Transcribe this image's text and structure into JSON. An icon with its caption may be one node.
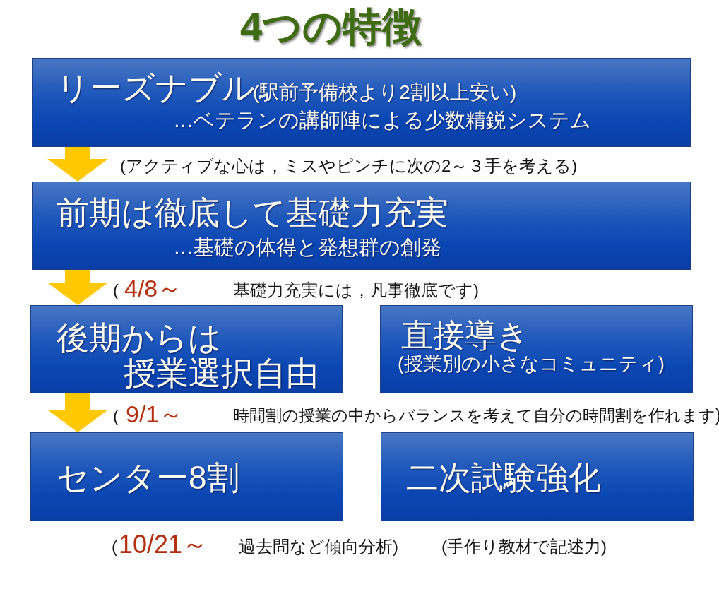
{
  "diagram": {
    "title": "4つの特徴",
    "nodes": [
      {
        "text": [
          "リーズナブル",
          "(駅前予備校より2割以上安い)",
          "…ベテランの講師陣による少数精鋭システム"
        ]
      },
      {
        "text": [
          "前期は徹底して基礎力充実",
          "…基礎の体得と発想群の創発"
        ]
      },
      {
        "text": [
          "後期からは授業選択自由"
        ]
      },
      {
        "text": [
          "直接導き",
          "(授業別の小さなコミュニティ)"
        ]
      },
      {
        "text": [
          "センター8割"
        ]
      },
      {
        "text": [
          "二次試験強化"
        ]
      }
    ],
    "edges": [
      {
        "from": 0,
        "to": 1,
        "arrow": "to"
      },
      {
        "from": 1,
        "to": 2,
        "arrow": "to"
      },
      {
        "from": 2,
        "to": 4,
        "arrow": "to"
      }
    ],
    "labels": [
      "(アクティブな心は，ミスやピンチに次の2～３手を考える)",
      "(",
      "4/8～",
      "基礎力充実には，凡事徹底です)",
      "(",
      "9/1～",
      "時間割の授業の中からバランスを考えて自分の時間割を作れます)",
      "(",
      "10/21～",
      "過去問など傾向分析)",
      "(手作り教材で記述力)"
    ]
  }
}
